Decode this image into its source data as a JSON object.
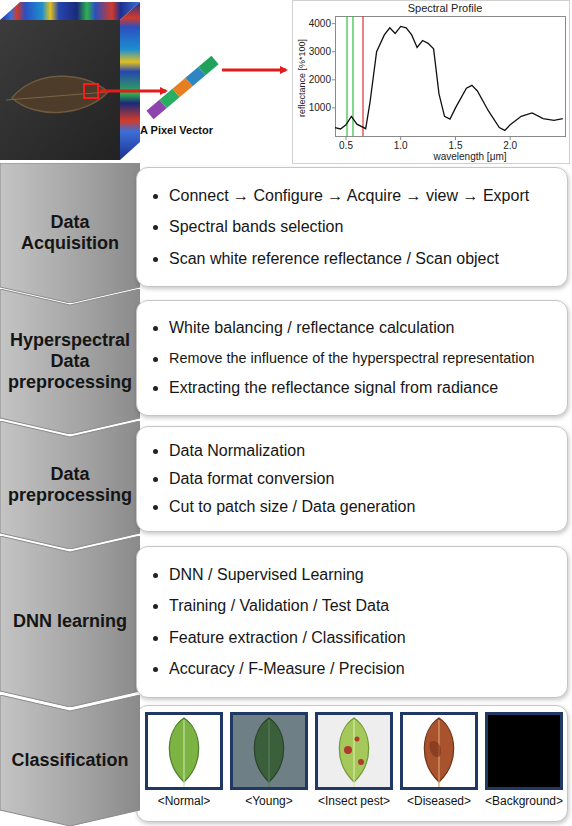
{
  "diagram": {
    "nodes": [
      {
        "text": [
          "Data Acquisition"
        ]
      },
      {
        "text": [
          "Connect → Configure → Acquire → view → Export",
          "Spectral bands selection",
          "Scan white reference reflectance / Scan object"
        ]
      },
      {
        "text": [
          "Hyperspectral Data preprocessing"
        ]
      },
      {
        "text": [
          "White balancing / reflectance calculation",
          "Remove the influence of the hyperspectral representation",
          "Extracting the reflectance signal from radiance"
        ]
      },
      {
        "text": [
          "Data preprocessing"
        ]
      },
      {
        "text": [
          "Data Normalization",
          "Data format conversion",
          "Cut to patch size / Data generation"
        ]
      },
      {
        "text": [
          "DNN learning"
        ]
      },
      {
        "text": [
          "DNN / Supervised Learning",
          "Training / Validation / Test Data",
          "Feature extraction / Classification",
          "Accuracy / F-Measure / Precision"
        ]
      },
      {
        "text": [
          "Classification"
        ]
      },
      {
        "text": [
          "<Normal>"
        ]
      },
      {
        "text": [
          "<Young>"
        ]
      },
      {
        "text": [
          "<Insect pest>"
        ]
      },
      {
        "text": [
          "<Diseased>"
        ]
      },
      {
        "text": [
          "<Background>"
        ]
      }
    ],
    "labels": [
      "Spectral Profile",
      "4000",
      "3000",
      "2000",
      "1000",
      "reflectance [%*100]",
      "0.5",
      "1.0",
      "1.5",
      "2.0",
      "wavelength [μm]",
      "A Pixel Vector"
    ]
  }
}
